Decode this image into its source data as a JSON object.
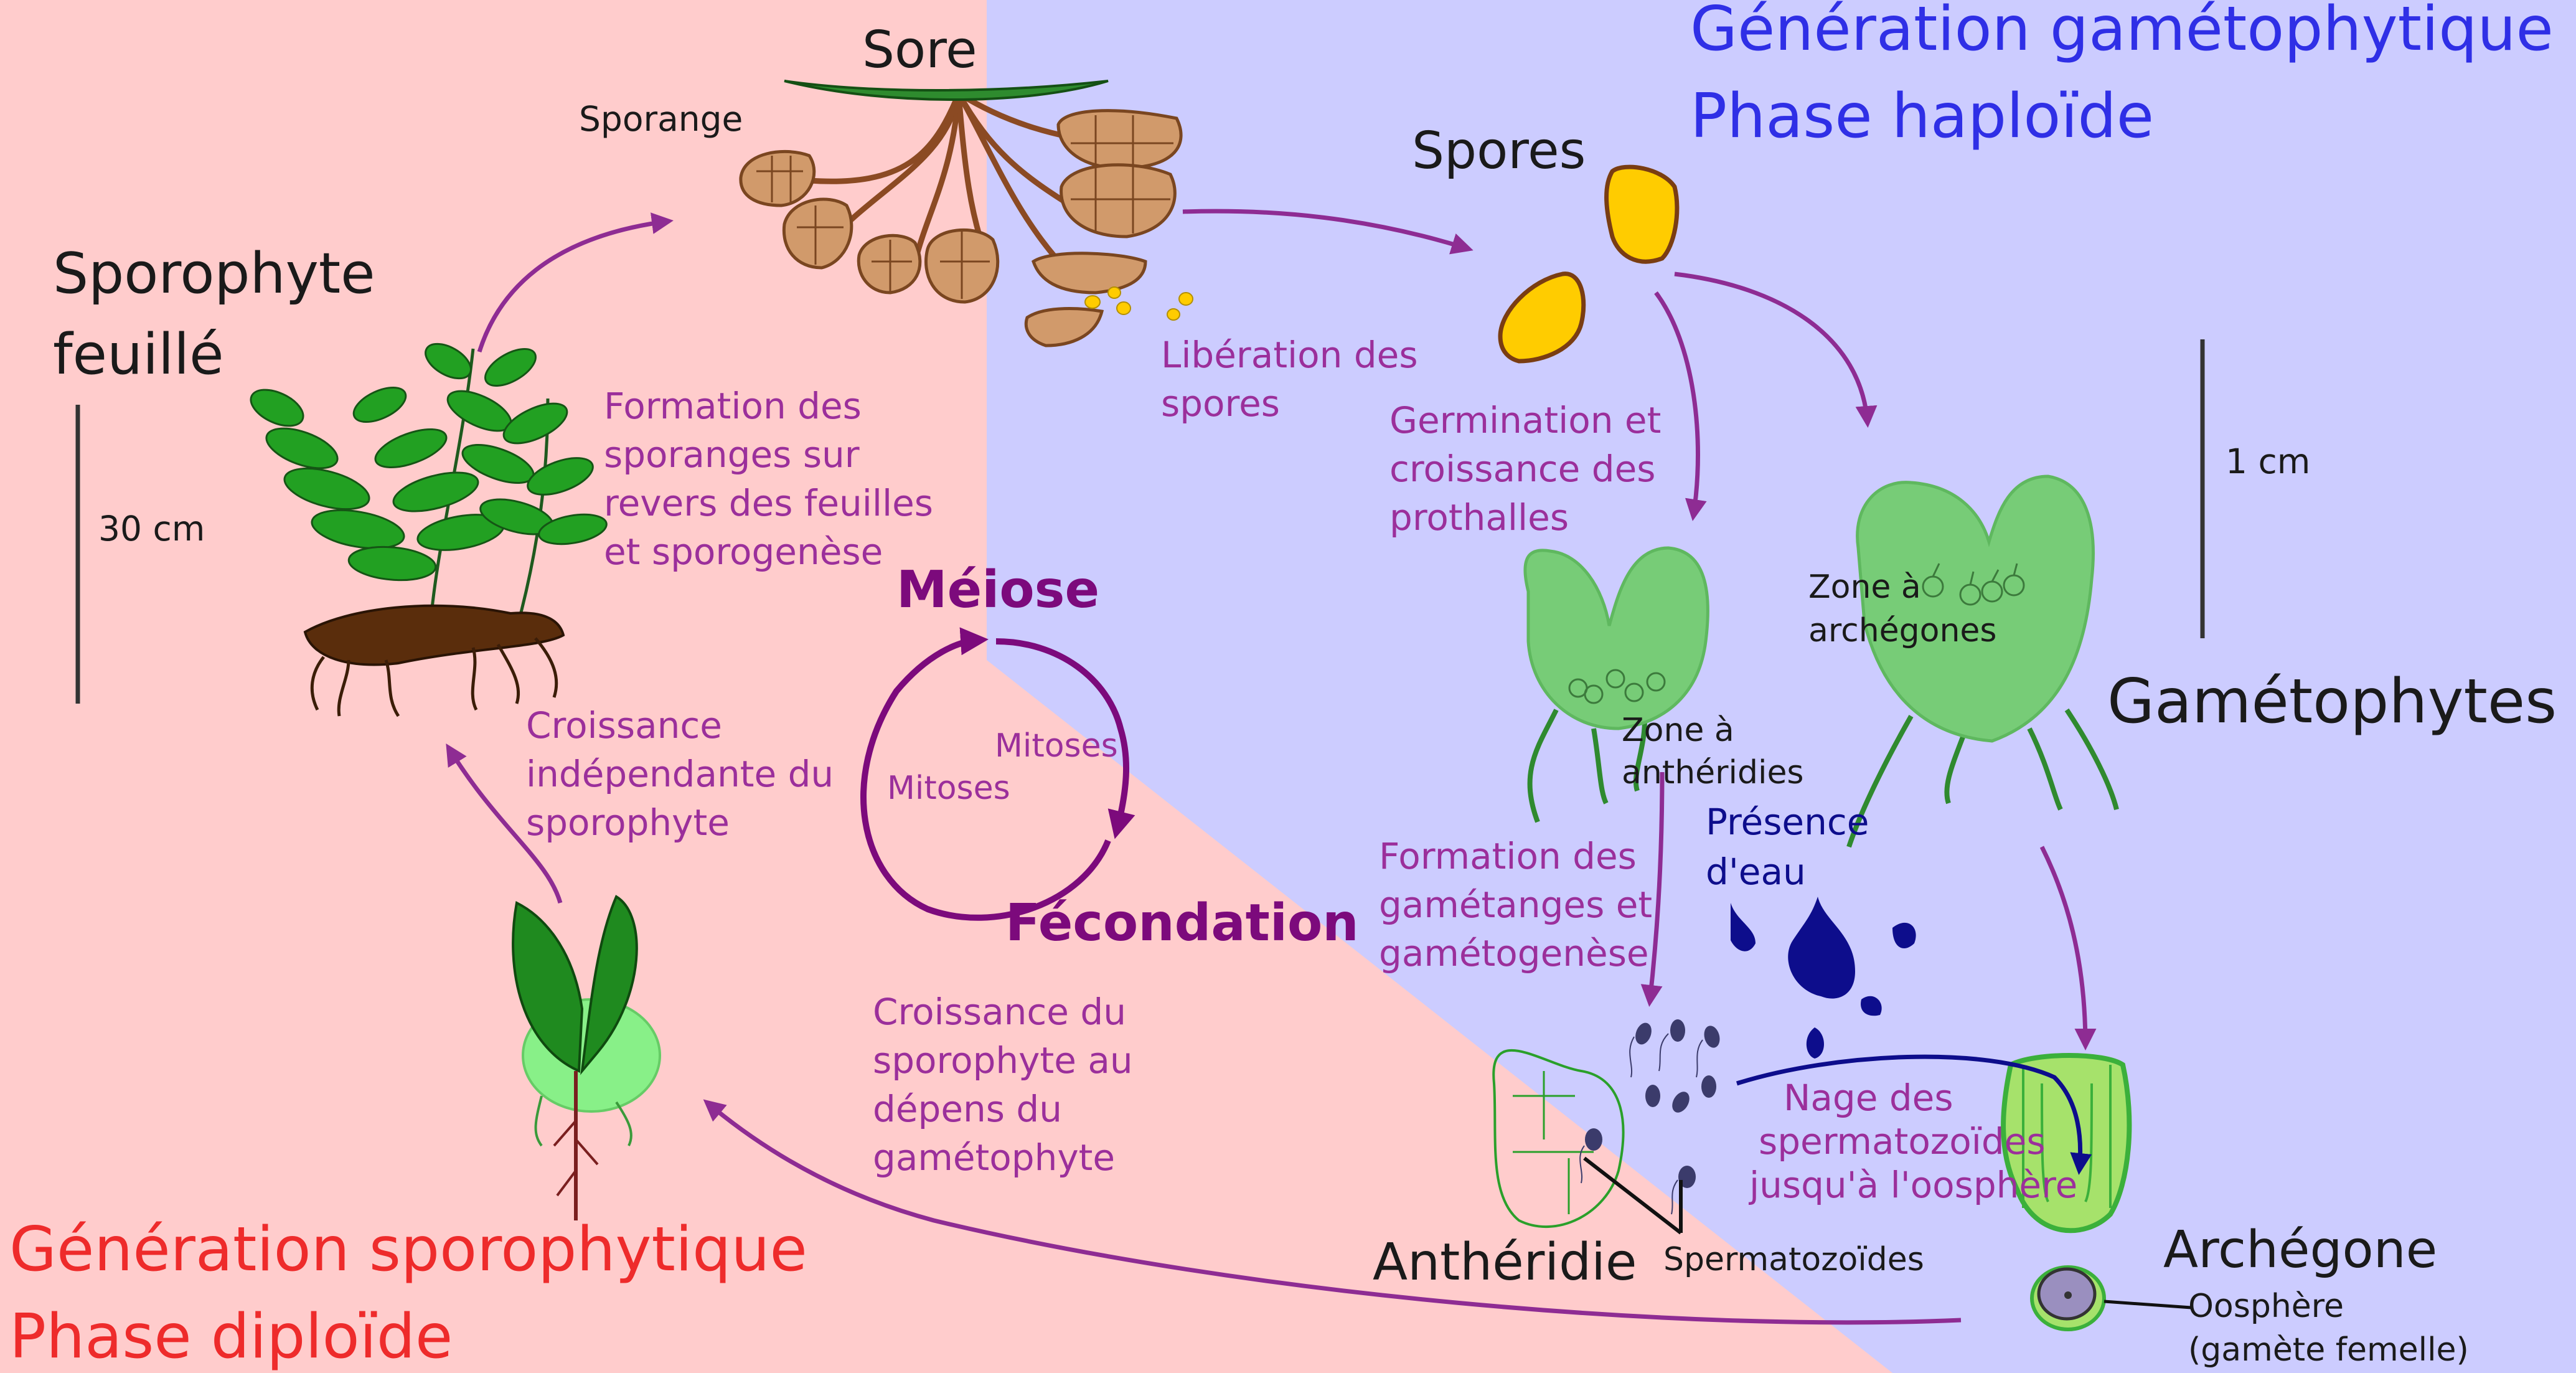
{
  "colors": {
    "diploid_bg": "#ffcccc",
    "haploid_bg": "#ccccff",
    "arrow": "#8e2c93",
    "cycle": "#7c0a7c",
    "leaf_green": "#2aa02a",
    "prothallus_green": "#77cc77",
    "sporangium_brown": "#c8976b",
    "spore_yellow": "#ffcc00",
    "water_blue": "#0d0d8c"
  },
  "titles": {
    "haploid_line1": "Génération gamétophytique",
    "haploid_line2": "Phase haploïde",
    "diploid_line1": "Génération sporophytique",
    "diploid_line2": "Phase  diploïde"
  },
  "labels": {
    "sore": "Sore",
    "sporange": "Sporange",
    "spores": "Spores",
    "sporophyte_line1": "Sporophyte",
    "sporophyte_line2": "feuillé",
    "scale_30cm": "30 cm",
    "scale_1cm": "1 cm",
    "gametophytes": "Gamétophytes",
    "zone_archegones_line1": "Zone à",
    "zone_archegones_line2": "archégones",
    "zone_antheridies_line1": "Zone à",
    "zone_antheridies_line2": "anthéridies",
    "presence_eau_line1": "Présence",
    "presence_eau_line2": "d'eau",
    "antheridie": "Anthéridie",
    "spermatozoides": "Spermatozoïdes",
    "archegone": "Archégone",
    "oosphere_line1": "Oosphère",
    "oosphere_line2": "(gamète femelle)"
  },
  "process_labels": {
    "liberation": [
      "Libération des",
      "spores"
    ],
    "germination": [
      "Germination et",
      "croissance des",
      "prothalles"
    ],
    "formation_sporanges": [
      "Formation des",
      "sporanges sur",
      "revers des feuilles",
      "et sporogenèse"
    ],
    "croissance_independante": [
      "Croissance",
      "indépendante du",
      "sporophyte"
    ],
    "formation_gametanges": [
      "Formation des",
      "gamétanges et",
      "gamétogenèse"
    ],
    "croissance_sporophyte": [
      "Croissance du",
      "sporophyte au",
      "dépens du",
      "gamétophyte"
    ],
    "nage": [
      "Nage des",
      "spermatozoïdes",
      "jusqu'à l'oosphère"
    ]
  },
  "cycle": {
    "meiose": "Méiose",
    "fecondation": "Fécondation",
    "mitoses_left": "Mitoses",
    "mitoses_right": "Mitoses"
  }
}
